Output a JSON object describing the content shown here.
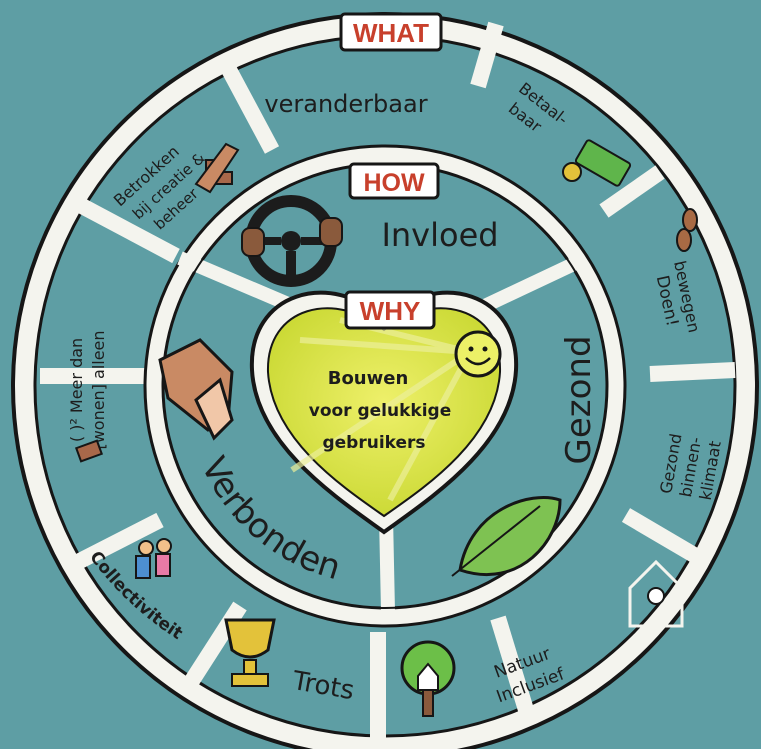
{
  "colors": {
    "background": "#5e9ea4",
    "segment": "#4f8f96",
    "ring_border": "#f4f4ee",
    "outline": "#161616",
    "heart": "#d8e23c",
    "tag_text": "#c8402c"
  },
  "tags": {
    "what": "WHAT",
    "how": "HOW",
    "why": "WHY"
  },
  "core": {
    "line1": "Bouwen",
    "line2": "voor gelukkige",
    "line3": "gebruikers"
  },
  "how_ring": {
    "invloed": "Invloed",
    "gezond": "Gezond",
    "verbonden": "Verbonden"
  },
  "what_ring": {
    "veranderbaar": "veranderbaar",
    "betaalbaar_1": "Betaal-",
    "betaalbaar_2": "baar",
    "doen_1": "Doen!",
    "doen_2": "bewegen",
    "klimaat_1": "Gezond",
    "klimaat_2": "binnen-",
    "klimaat_3": "klimaat",
    "natuur_1": "Natuur",
    "natuur_2": "Inclusief",
    "trots": "Trots",
    "collectiviteit": "Collectiviteit",
    "meer_1": "( )² Meer dan",
    "meer_2": "[wonen] alleen",
    "betrokken_1": "Betrokken",
    "betrokken_2": "bij creatie &",
    "betrokken_3": "beheer"
  },
  "icons": [
    "steering-wheel-icon",
    "handshake-icon",
    "leaf-icon",
    "smiley-sun-icon",
    "money-icon",
    "footprints-icon",
    "house-flower-icon",
    "tree-house-icon",
    "trophy-icon",
    "group-hug-icon",
    "hands-bricks-icon",
    "bricks-icon"
  ]
}
